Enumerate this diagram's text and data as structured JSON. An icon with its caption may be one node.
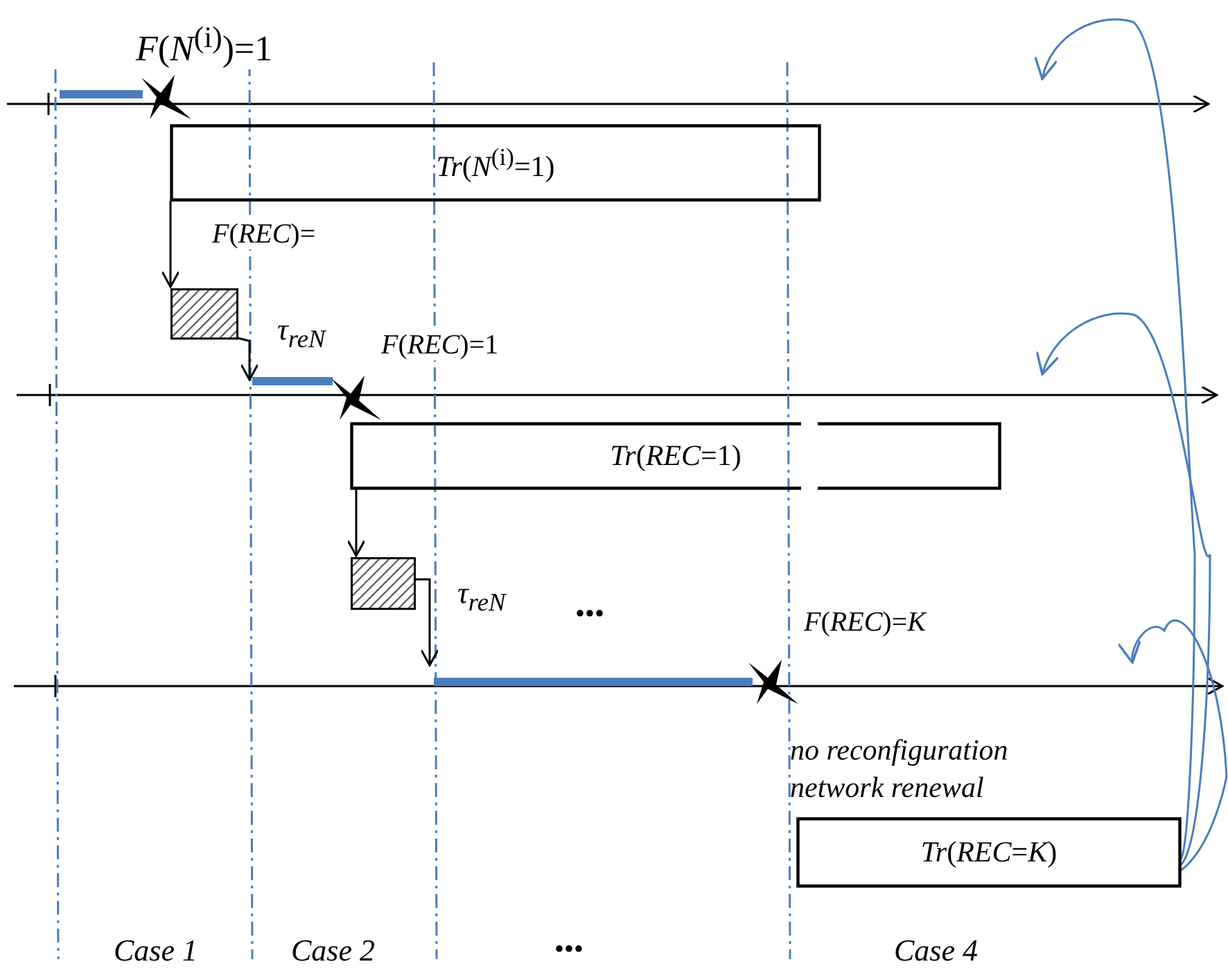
{
  "diagram": {
    "nodes": [
      {
        "text": [
          "*Tr*(*N*$^{(i)}$=1)"
        ]
      },
      {
        "text": [],
        "shape": "box"
      },
      {
        "text": [
          "*Tr*(*REC*=1)"
        ]
      },
      {
        "text": [],
        "shape": "box"
      },
      {
        "text": [
          "*Tr*(*REC*=*K*)"
        ],
        "beside": [
          "no reconfiguration network renewal"
        ]
      }
    ],
    "edges": [
      {
        "from": 0,
        "to": 1,
        "arrow": "to"
      },
      {
        "from": 1,
        "to": null,
        "arrow": "to"
      },
      {
        "from": 2,
        "to": 3,
        "arrow": "to"
      },
      {
        "from": 3,
        "to": null,
        "arrow": "to"
      },
      {
        "from": 4,
        "to": null,
        "arrow": "to",
        "color": "#4a7ebb"
      },
      {
        "from": 4,
        "to": null,
        "arrow": "to",
        "color": "#4a7ebb"
      },
      {
        "from": 4,
        "to": null,
        "arrow": "to",
        "color": "#4a7ebb"
      }
    ],
    "labels": [
      "*F*(*N*$^{(i)}$)=1",
      "*F*(*REC*)=",
      "τ$_{reN}$",
      "*F*(*REC*)=1",
      "τ$_{reN}$",
      "•••",
      "*F*(*REC*)=*K*",
      "Case 1",
      "Case 2",
      "•••",
      "Case 4"
    ]
  }
}
